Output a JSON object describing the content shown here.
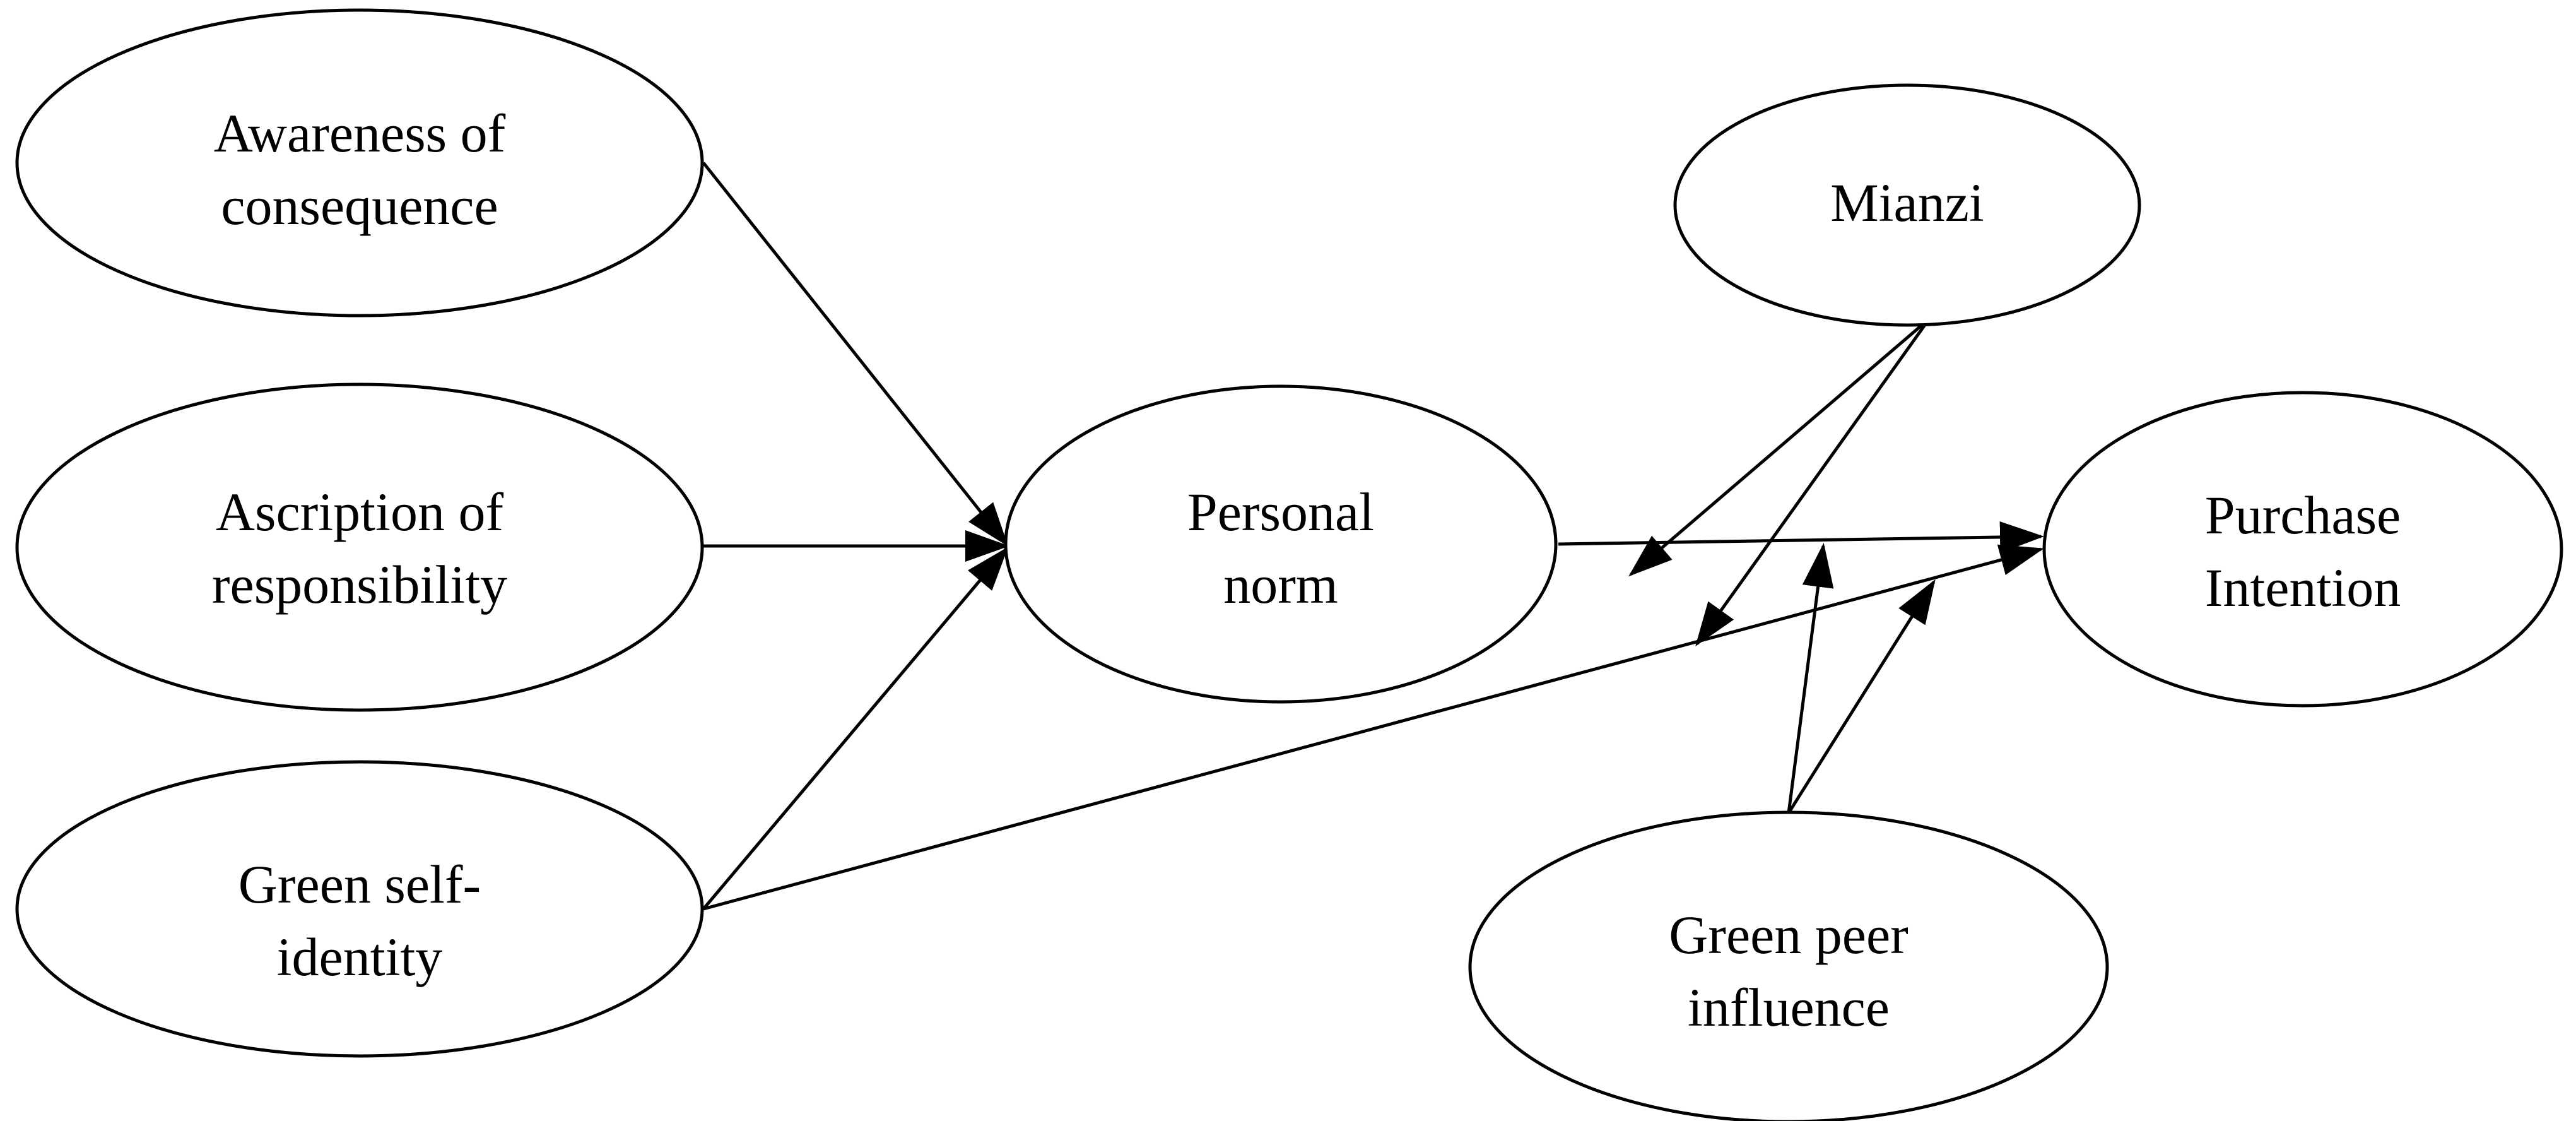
{
  "diagram": {
    "nodes": {
      "awareness": {
        "line1": "Awareness of",
        "line2": "consequence"
      },
      "ascription": {
        "line1": "Ascription of",
        "line2": "responsibility"
      },
      "green_self": {
        "line1": "Green self-",
        "line2": "identity"
      },
      "personal_norm": {
        "line1": "Personal",
        "line2": "norm"
      },
      "mianzi": {
        "line1": "Mianzi"
      },
      "purchase": {
        "line1": "Purchase",
        "line2": "Intention"
      },
      "peer": {
        "line1": "Green peer",
        "line2": "influence"
      }
    },
    "edges": [
      {
        "from": "awareness",
        "to": "personal_norm"
      },
      {
        "from": "ascription",
        "to": "personal_norm"
      },
      {
        "from": "green_self",
        "to": "personal_norm"
      },
      {
        "from": "green_self",
        "to": "purchase"
      },
      {
        "from": "personal_norm",
        "to": "purchase"
      },
      {
        "from": "mianzi",
        "to": "personal_norm-purchase"
      },
      {
        "from": "mianzi",
        "to": "green_self-purchase"
      },
      {
        "from": "peer",
        "to": "personal_norm-purchase"
      },
      {
        "from": "peer",
        "to": "green_self-purchase"
      }
    ],
    "colors": {
      "stroke": "#000000",
      "fill": "#ffffff",
      "text": "#000000"
    }
  }
}
